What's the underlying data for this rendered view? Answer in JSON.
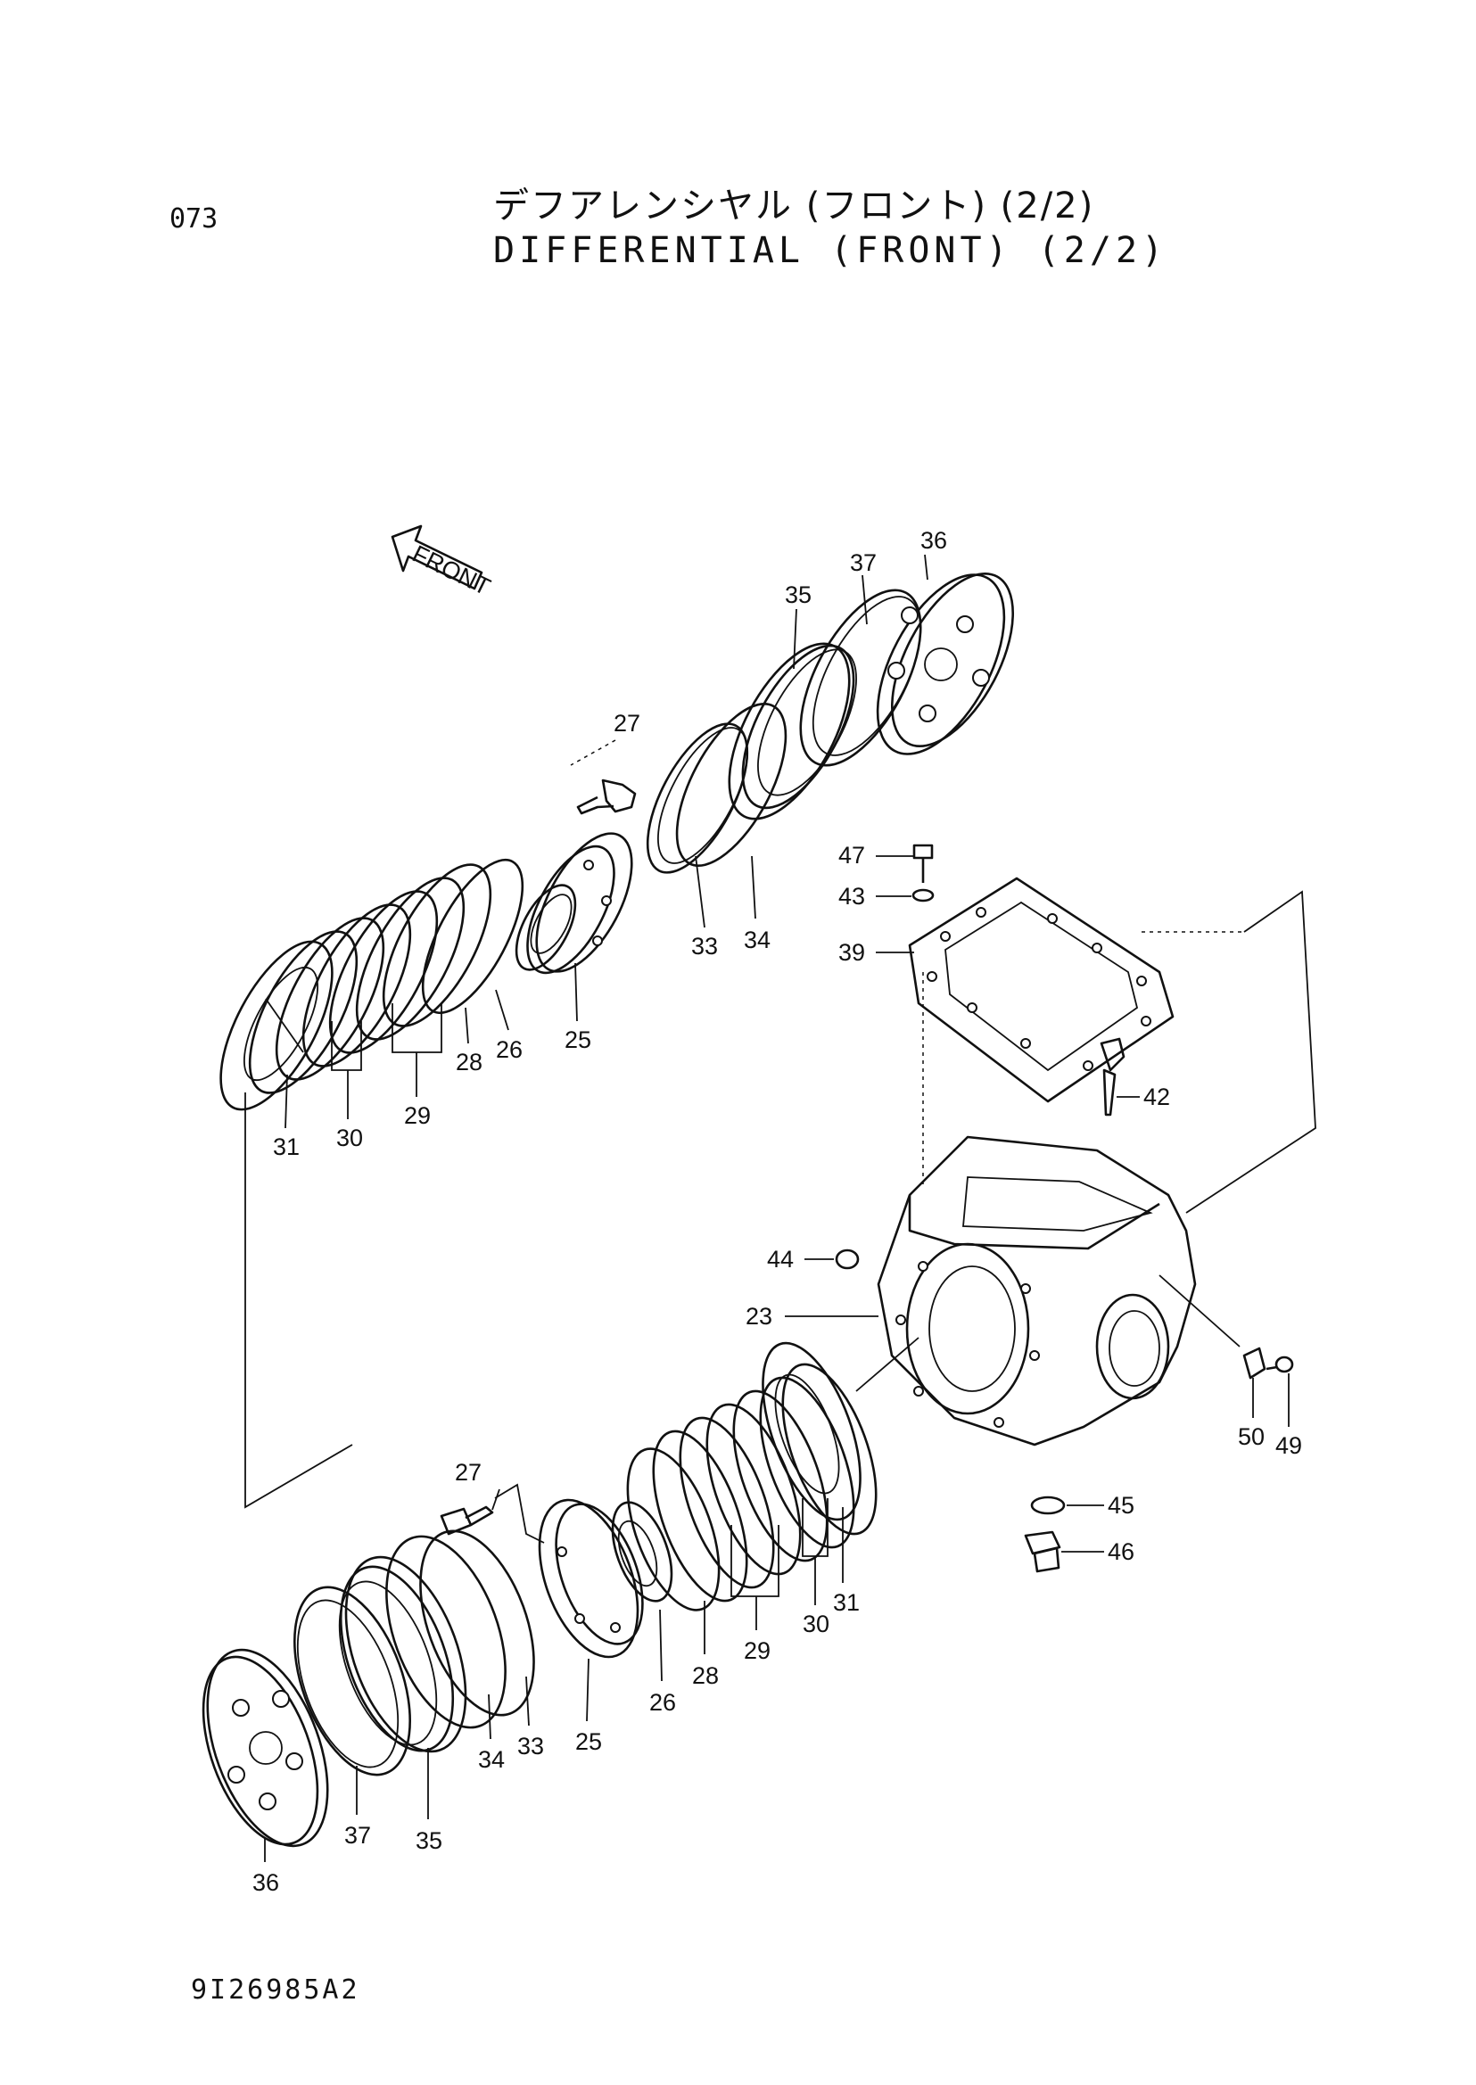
{
  "header": {
    "page_no": "073",
    "title_jp": "デフアレンシヤル (フロント) (2/2)",
    "title_en": "DIFFERENTIAL (FRONT) (2/2)"
  },
  "footer": {
    "drawing_no": "9I26985A2"
  },
  "direction_arrow": {
    "label": "FRONT"
  },
  "part_labels": {
    "upper": [
      "27",
      "36",
      "37",
      "35",
      "33",
      "34",
      "25",
      "26",
      "28",
      "29",
      "30",
      "31"
    ],
    "housing": [
      "47",
      "43",
      "39",
      "42",
      "44",
      "23",
      "45",
      "46",
      "50",
      "49"
    ],
    "lower": [
      "27",
      "25",
      "26",
      "28",
      "29",
      "30",
      "31",
      "33",
      "34",
      "35",
      "37",
      "36"
    ]
  }
}
